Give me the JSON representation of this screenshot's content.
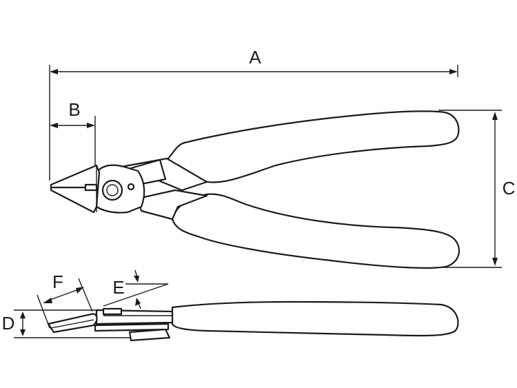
{
  "labels": {
    "A": "A",
    "B": "B",
    "C": "C",
    "D": "D",
    "E": "E",
    "F": "F"
  },
  "colors": {
    "ink": "#1a1a1a",
    "background": "#ffffff"
  }
}
